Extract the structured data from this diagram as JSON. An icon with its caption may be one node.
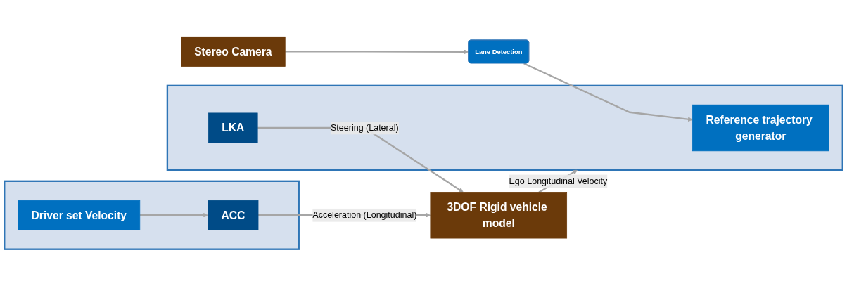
{
  "diagram": {
    "nodes": [
      {
        "text": [],
        "shape": "box"
      },
      {
        "text": [
          "Driver set Velocity"
        ],
        "in": 0
      },
      {
        "text": [
          "ACC"
        ],
        "in": 0
      },
      {
        "text": [
          "3DOF Rigid vehicle model"
        ]
      },
      {
        "text": [
          "Stereo Camera"
        ]
      },
      {
        "text": [
          "Lane Detection"
        ]
      },
      {
        "text": [],
        "shape": "box"
      },
      {
        "text": [
          "Reference trajectory generator"
        ],
        "in": 6
      },
      {
        "text": [
          "LKA"
        ],
        "in": 6
      }
    ],
    "edges": [
      {
        "from": 1,
        "to": 2,
        "arrow": "to"
      },
      {
        "from": 2,
        "to": 3,
        "arrow": "to",
        "label": "Acceleration (Longitudinal)"
      },
      {
        "from": 4,
        "to": 5,
        "arrow": "to"
      },
      {
        "from": 5,
        "to": 7,
        "arrow": "to"
      },
      {
        "from": 8,
        "to": 3,
        "arrow": "to",
        "label": "Steering (Lateral)"
      },
      {
        "from": 3,
        "to": 6,
        "arrow": "to",
        "label": "Ego Longitudinal Velocity"
      }
    ]
  }
}
